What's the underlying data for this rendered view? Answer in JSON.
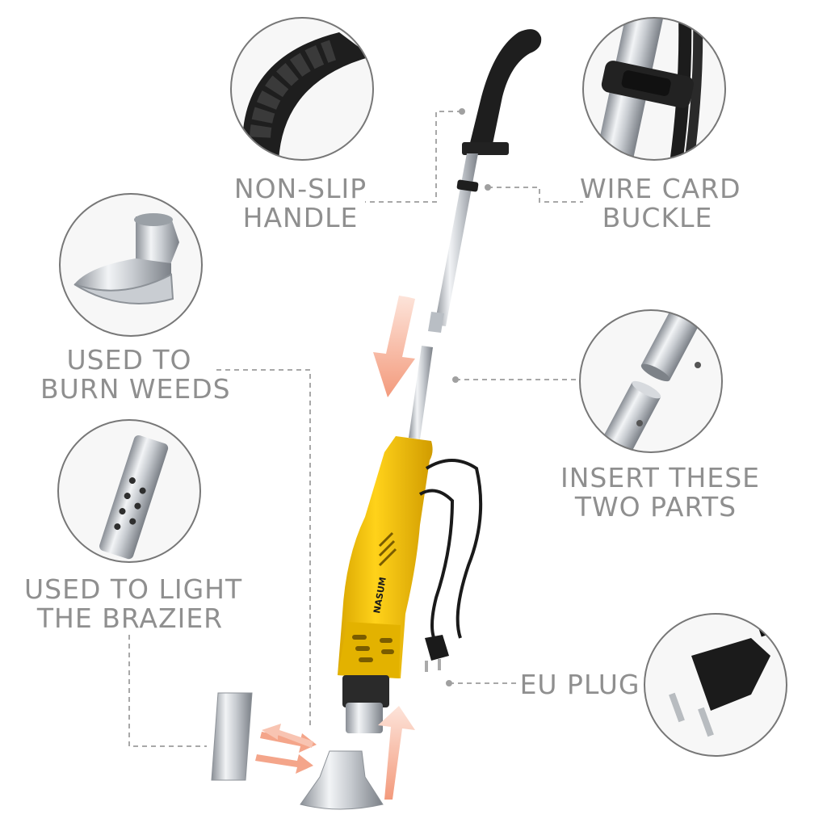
{
  "labels": {
    "handle": {
      "line1": "NON-SLIP",
      "line2": "HANDLE"
    },
    "buckle": {
      "line1": "WIRE CARD",
      "line2": "BUCKLE"
    },
    "weeds": {
      "line1": "USED TO",
      "line2": "BURN WEEDS"
    },
    "insert": {
      "line1": "INSERT THESE",
      "line2": "TWO PARTS"
    },
    "brazier": {
      "line1": "USED TO LIGHT",
      "line2": "THE BRAZIER"
    },
    "plug": {
      "line1": "EU PLUG"
    }
  },
  "brand": "NASUM",
  "colors": {
    "label_gray": "#8f8f8f",
    "body_yellow": "#f2c30f",
    "arrow_salmon": "#f4a58a",
    "circle_stroke": "#777777"
  }
}
